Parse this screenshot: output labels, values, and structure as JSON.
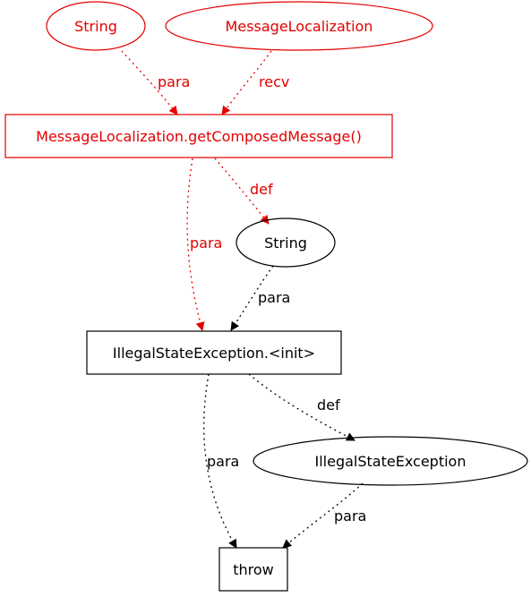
{
  "colors": {
    "red": "#e30000",
    "black": "#000000",
    "background": "#ffffff"
  },
  "nodes": {
    "string_top": "String",
    "message_localization": "MessageLocalization",
    "get_composed_message": "MessageLocalization.getComposedMessage()",
    "string_mid": "String",
    "illegal_state_init": "IllegalStateException.<init>",
    "illegal_state_exception": "IllegalStateException",
    "throw": "throw"
  },
  "edges": {
    "string_to_get_composed": "para",
    "ml_to_get_composed": "recv",
    "get_composed_to_string": "def",
    "get_composed_to_init": "para",
    "string_to_init": "para",
    "init_to_exception": "def",
    "init_to_throw": "para",
    "exception_to_throw": "para"
  }
}
